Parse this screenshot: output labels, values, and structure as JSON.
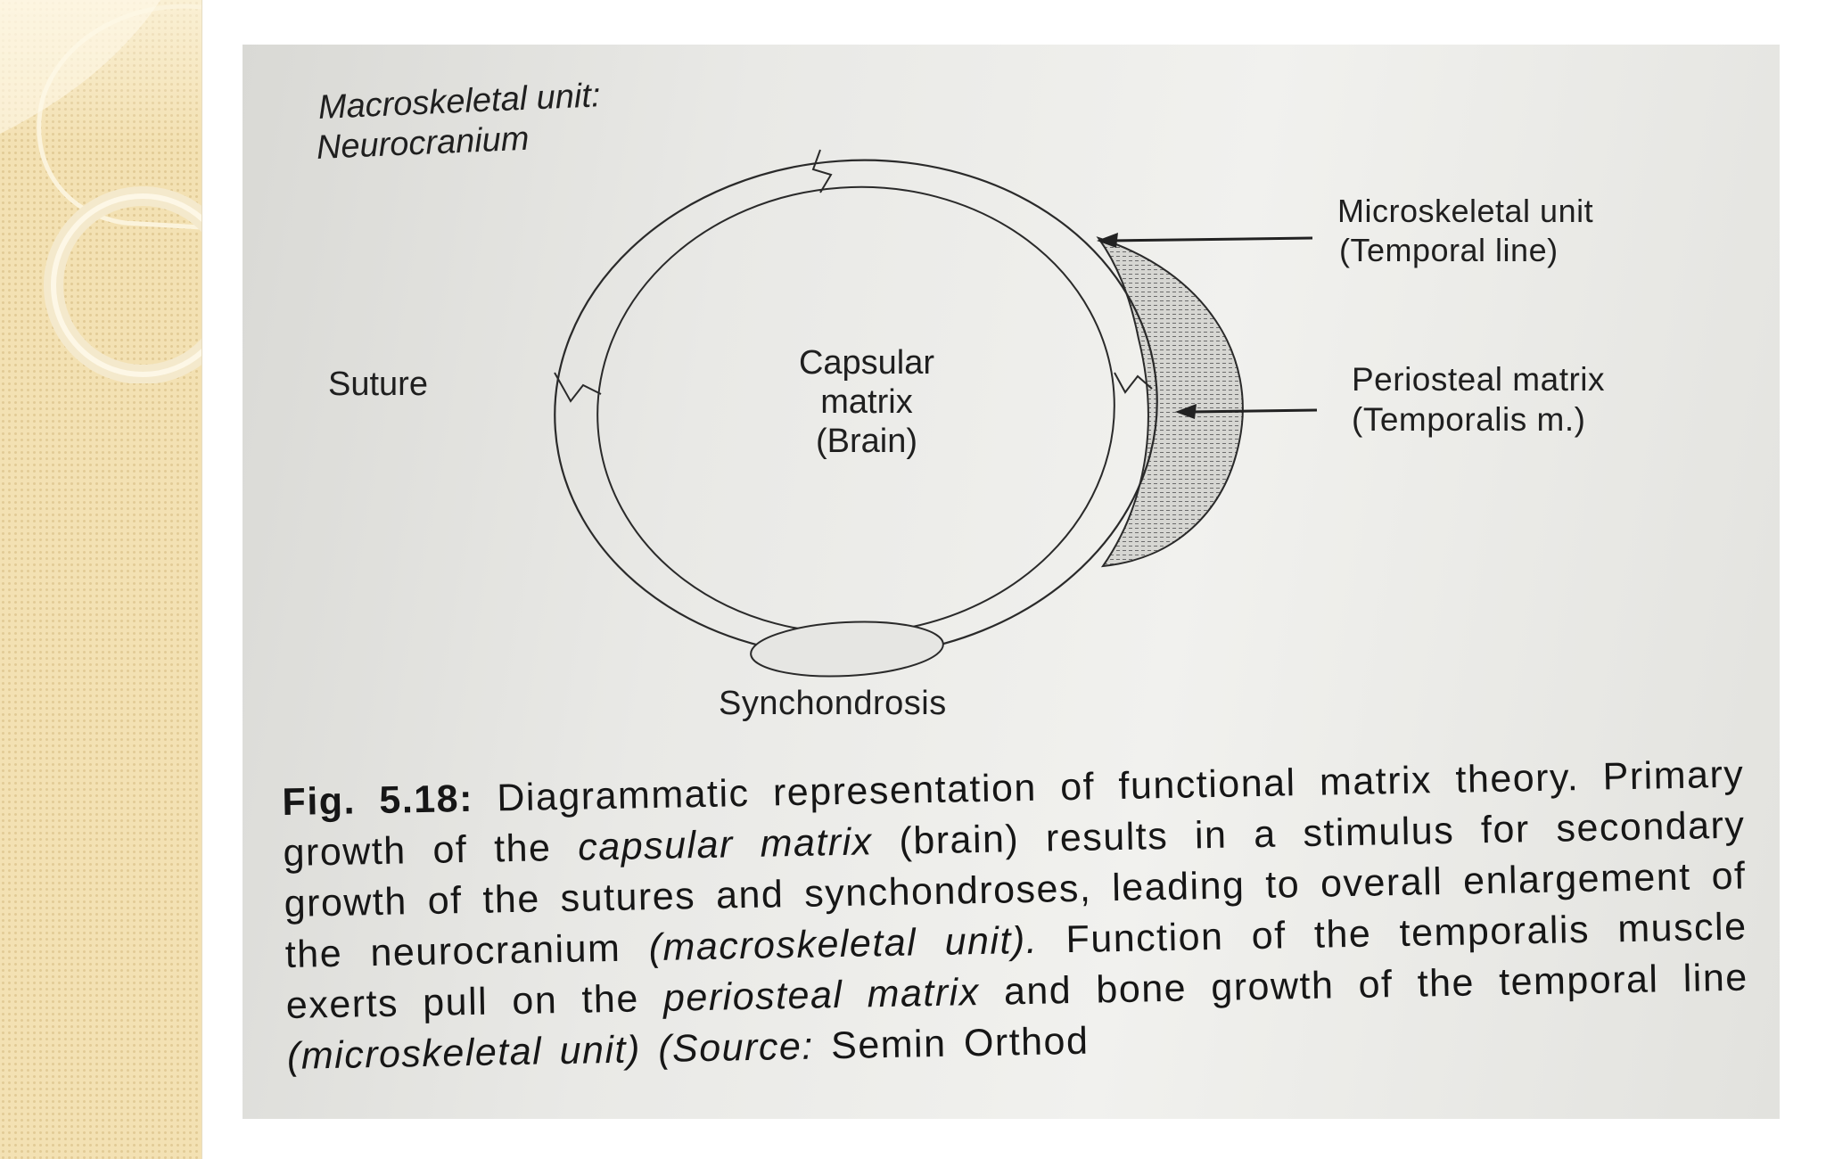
{
  "labels": {
    "macro_unit": "Macroskeletal unit:",
    "macro_unit_2": "Neurocranium",
    "micro_unit": "Microskeletal unit",
    "micro_unit_2": "(Temporal line)",
    "suture": "Suture",
    "capsular_1": "Capsular",
    "capsular_2": "matrix",
    "capsular_3": "(Brain)",
    "periosteal_1": "Periosteal matrix",
    "periosteal_2": "(Temporalis m.)",
    "synchondrosis": "Synchondrosis"
  },
  "caption": {
    "fig_label": "Fig. 5.18:",
    "t1": "Diagrammatic representation of functional matrix theory. Primary growth of the",
    "i1": "capsular matrix",
    "t2": "(brain) results in a stimulus for secondary growth of the sutures and synchondroses, leading to overall enlargement of the neurocranium",
    "i2": "(macroskeletal unit).",
    "t3": "Function of the temporalis muscle exerts pull on the",
    "i3": "periosteal matrix",
    "t4": "and bone growth of the temporal line",
    "i4": "(microskeletal unit) (Source:",
    "t5": "Semin Orthod"
  },
  "colors": {
    "side_panel": "#f3e1b3",
    "ink": "#1f1f1f",
    "page": "#ececea"
  }
}
